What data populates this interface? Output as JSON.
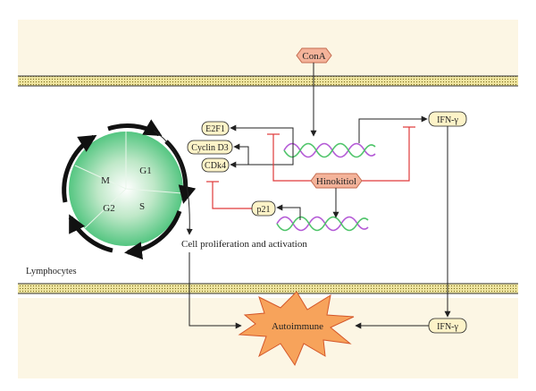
{
  "labels": {
    "cona": "ConA",
    "ifn_top": "IFN-γ",
    "ifn_bottom": "IFN-γ",
    "e2f1": "E2F1",
    "cyclin_d3": "Cyclin D3",
    "cdk4": "CDk4",
    "hinokitiol": "Hinokitiol",
    "p21": "p21",
    "cell_proliferation": "Cell proliferation and activation",
    "lymphocytes": "Lymphocytes",
    "autoimmune": "Autoimmune"
  },
  "cell_cycle": {
    "phases": [
      "M",
      "G1",
      "G2",
      "S"
    ]
  },
  "colors": {
    "cream_background": "#fcf6e4",
    "label_fill": "#fdf3c8",
    "membrane_yellow": "#efe5a0",
    "cona_fill": "#f4b39a",
    "hinokitiol_fill": "#f4b39a",
    "burst_fill": "#f7a35b",
    "burst_stroke": "#d4572a",
    "inhibit_red": "#e0393a",
    "dna_purple": "#b45ad6",
    "dna_green": "#4fc46a"
  }
}
